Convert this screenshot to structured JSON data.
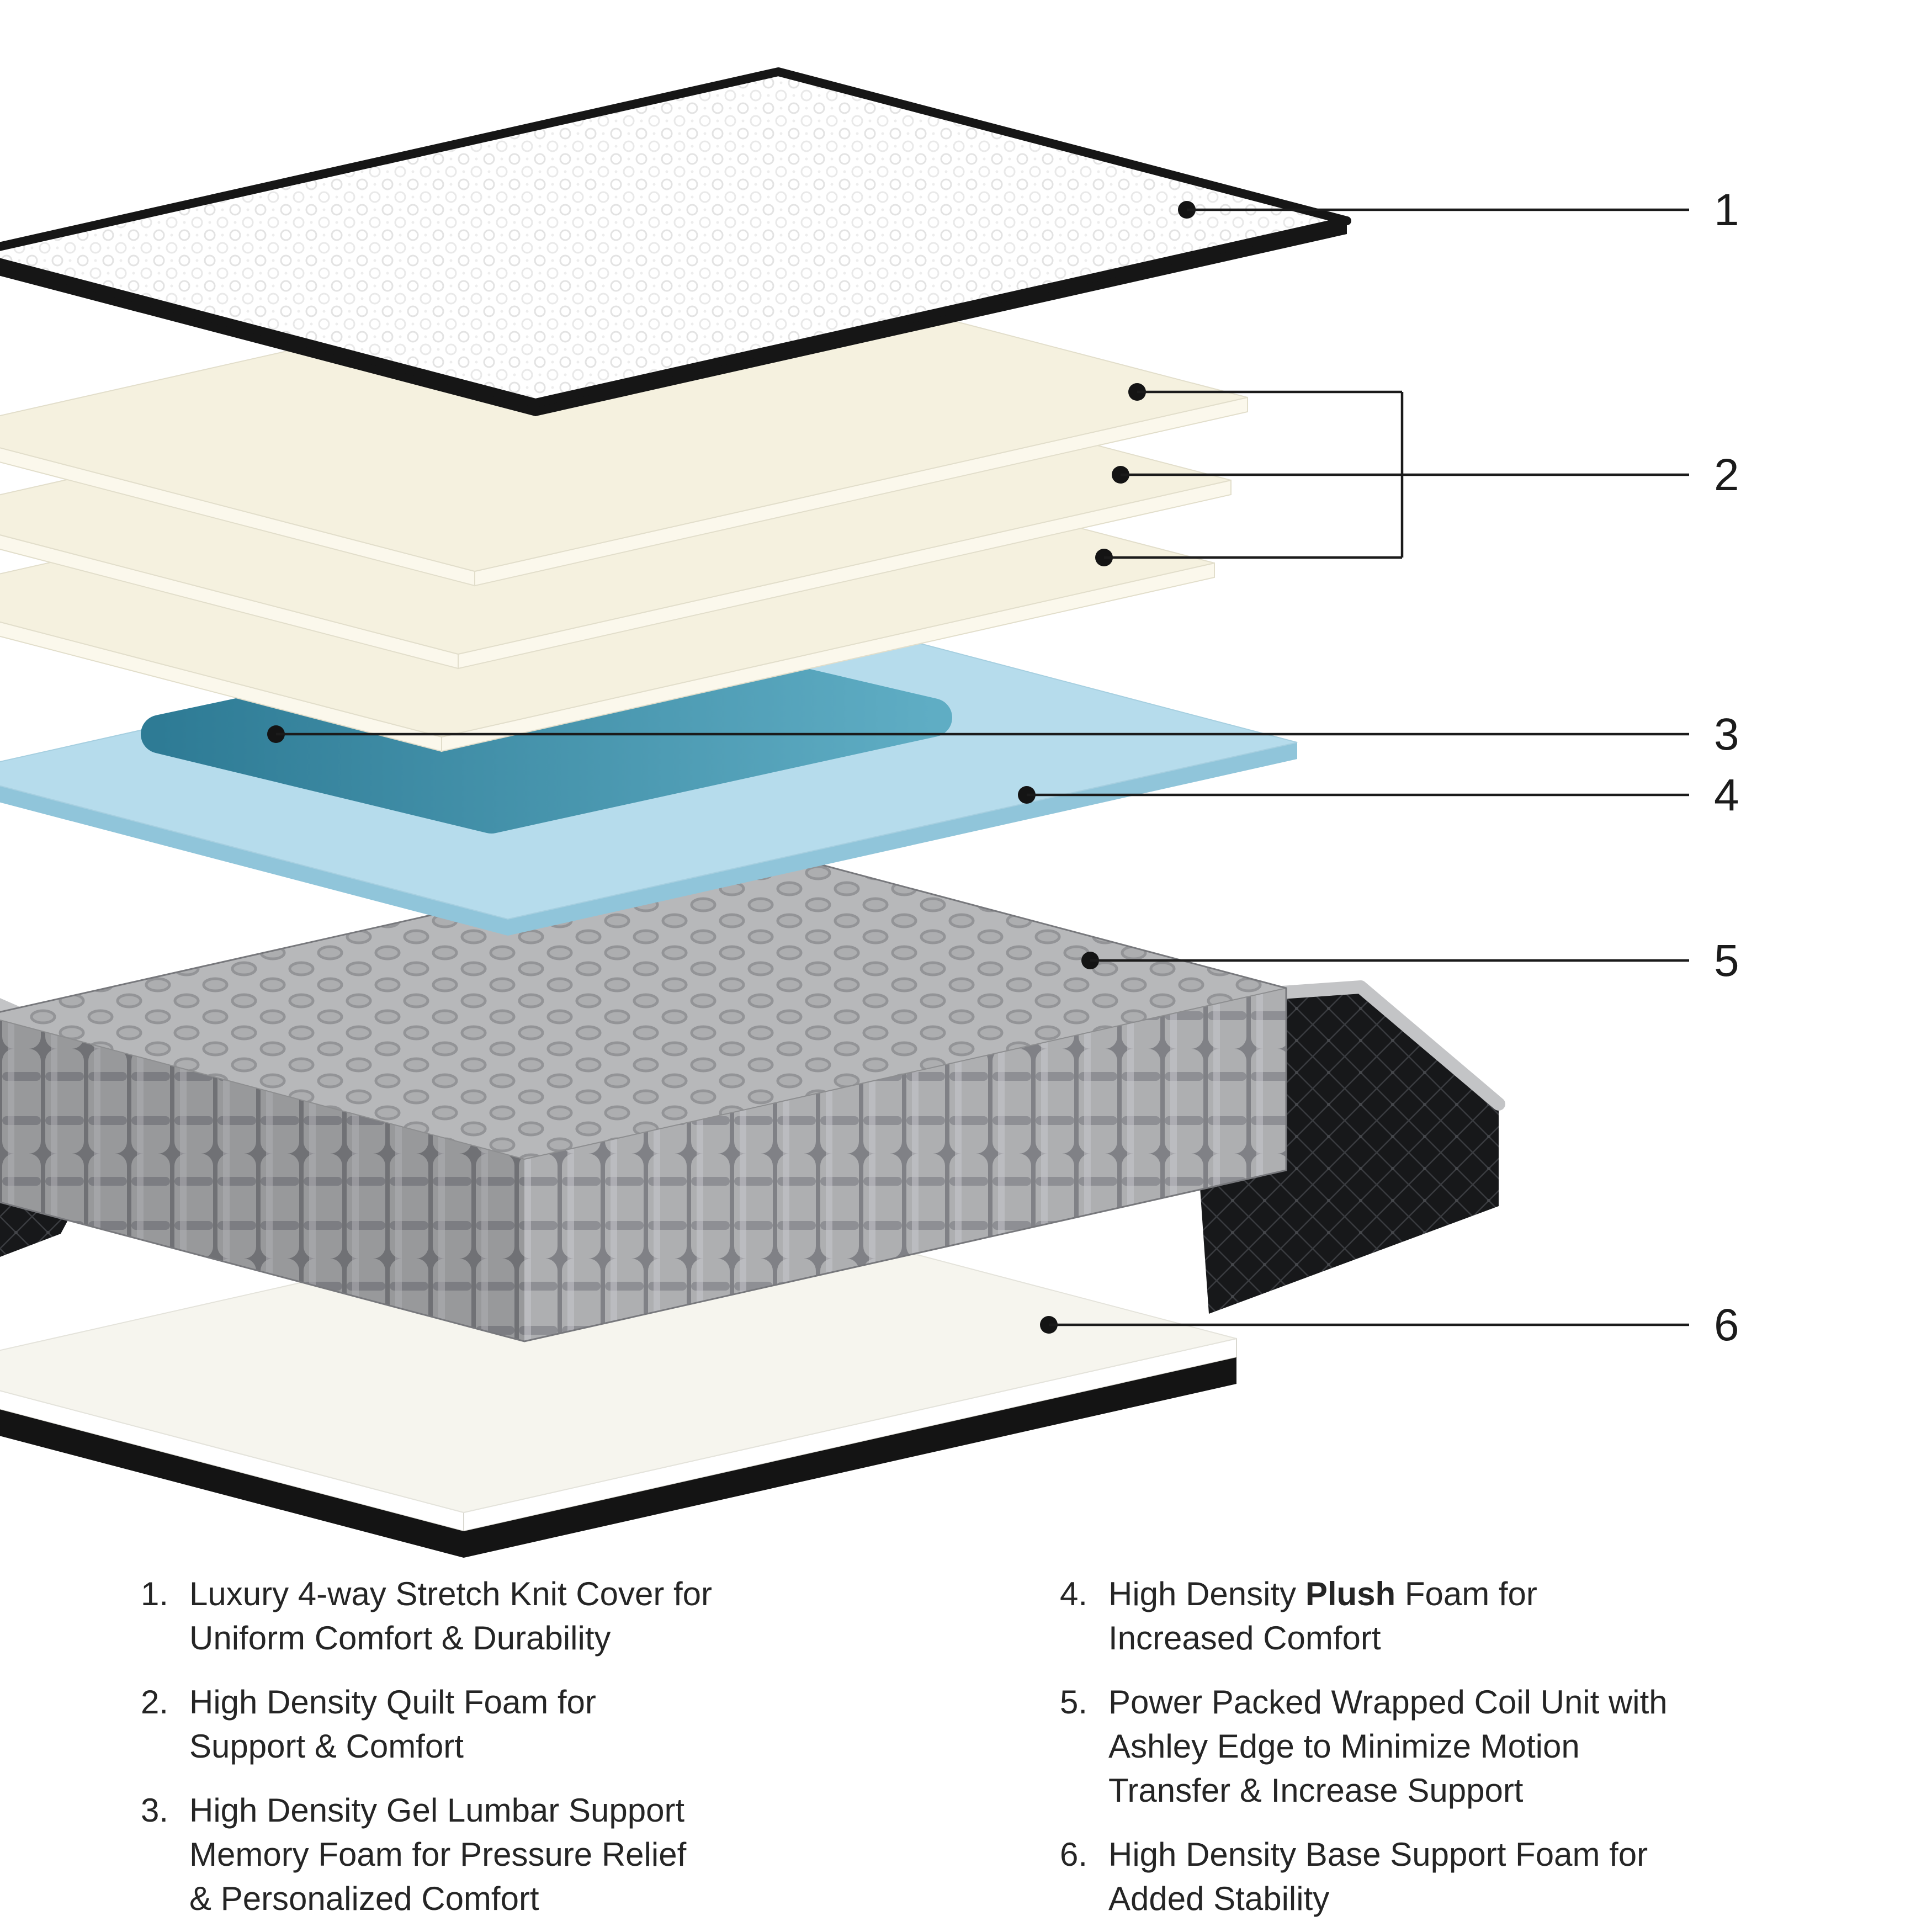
{
  "callouts": [
    {
      "label": "1"
    },
    {
      "label": "2"
    },
    {
      "label": "3"
    },
    {
      "label": "4"
    },
    {
      "label": "5"
    },
    {
      "label": "6"
    }
  ],
  "legend": {
    "left": [
      {
        "num": "1.",
        "lines": [
          "Luxury 4-way Stretch Knit Cover for",
          "Uniform Comfort & Durability"
        ]
      },
      {
        "num": "2.",
        "lines": [
          "High Density Quilt Foam for",
          "Support & Comfort"
        ]
      },
      {
        "num": "3.",
        "lines": [
          "High Density Gel Lumbar Support",
          "Memory Foam for Pressure Relief",
          "& Personalized Comfort"
        ]
      }
    ],
    "right": [
      {
        "num": "4.",
        "line1": {
          "pre": "High Density ",
          "bold": "Plush",
          "post": " Foam for"
        },
        "lines": [
          "Increased Comfort"
        ]
      },
      {
        "num": "5.",
        "lines": [
          "Power Packed Wrapped Coil Unit with",
          "Ashley Edge to Minimize Motion",
          "Transfer & Increase Support"
        ]
      },
      {
        "num": "6.",
        "lines": [
          "High Density Base Support Foam for",
          "Added Stability"
        ]
      }
    ]
  },
  "colors": {
    "cover_edge": "#161616",
    "quilt_foam_top": "#f5f1df",
    "quilt_foam_side": "#fbf8ec",
    "gel_dark": "#2e7b95",
    "gel_light": "#5fadc4",
    "plush_foam": "#b6dcec",
    "plush_foam_side": "#90c5da",
    "coil_gray": "#aeafb1",
    "base_foam": "#f6f5ee",
    "fabric_black": "#17181a",
    "trim_gray": "#c3c4c6",
    "line": "#1b1b1b",
    "text": "#252525"
  }
}
